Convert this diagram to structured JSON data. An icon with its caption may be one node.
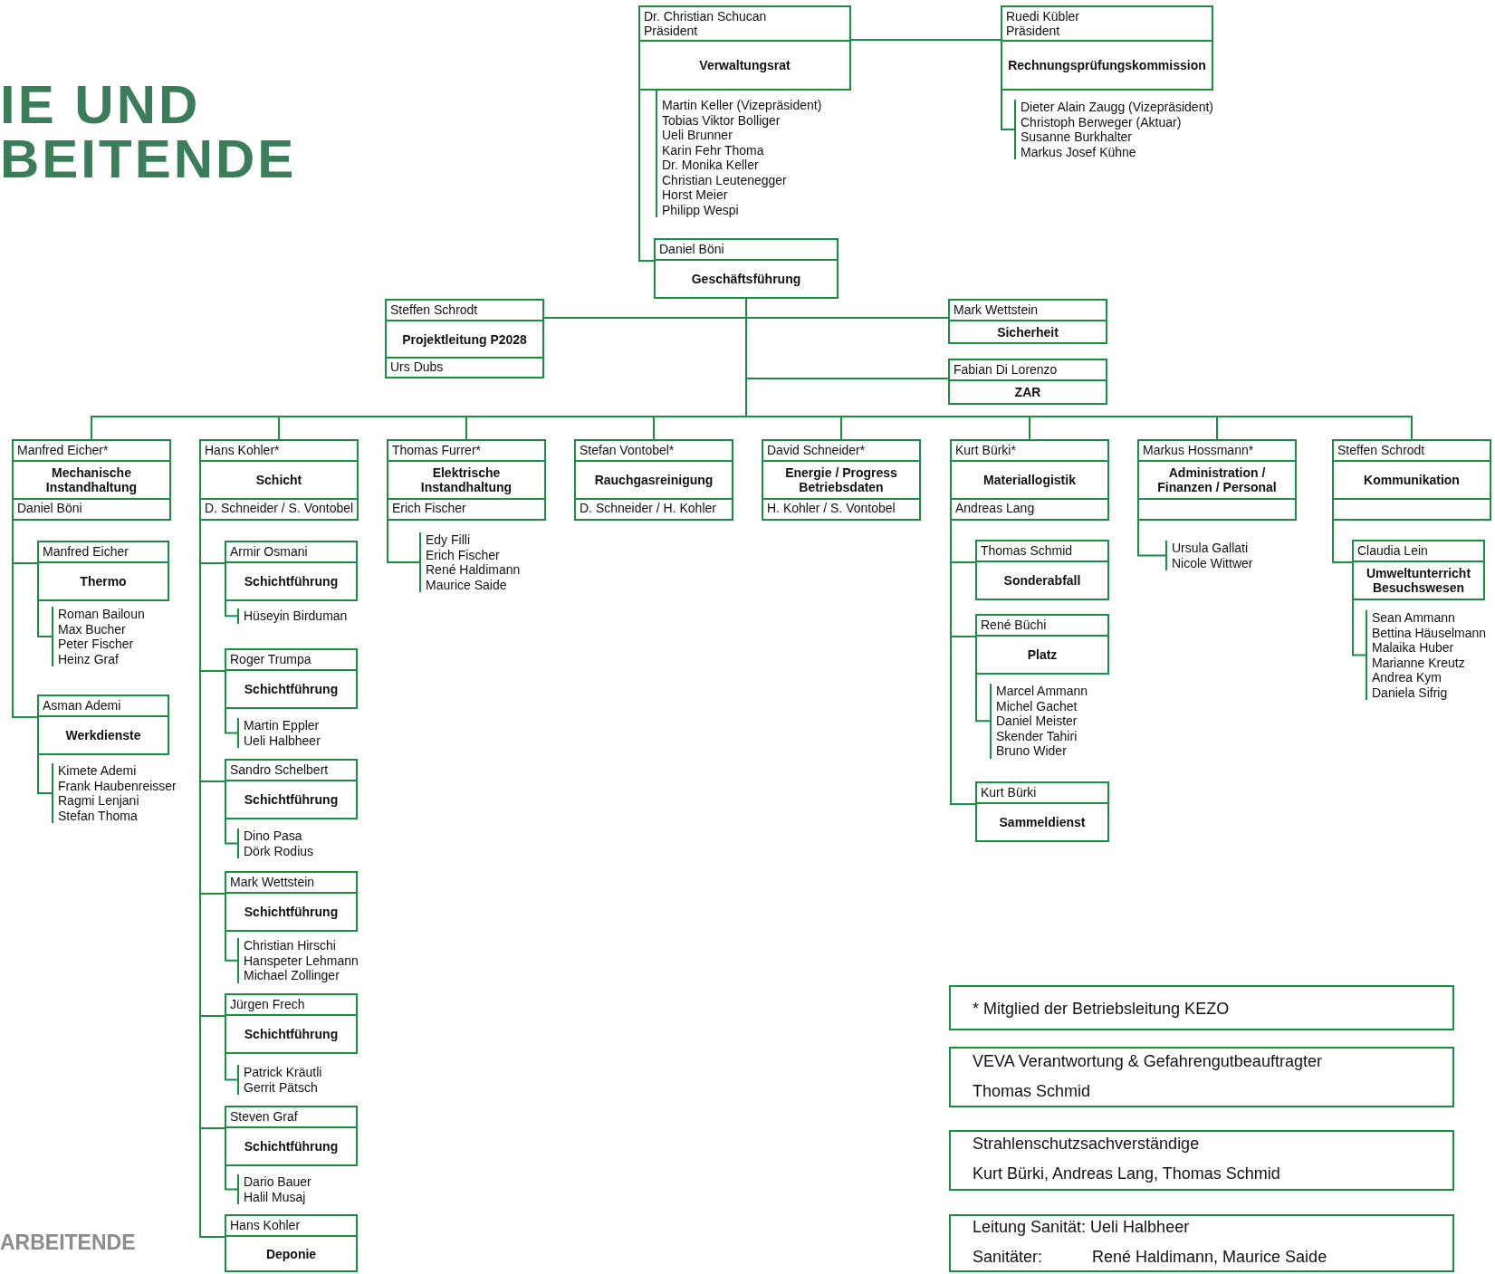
{
  "diagram": {
    "title": "IE UND BEITENDE",
    "nodes": [
      {
        "text": [
          "Dr. Christian Schucan Präsident",
          "Verwaltungsrat"
        ]
      },
      {
        "text": [
          "Ruedi Kübler Präsident",
          "Rechnungsprüfungskommission"
        ]
      },
      {
        "text": [
          "Martin Keller (Vizepräsident)",
          "Tobias Viktor Bolliger",
          "Ueli Brunner",
          "Karin Fehr Thoma",
          "Dr. Monika Keller",
          "Christian Leutenegger",
          "Horst Meier",
          "Philipp Wespi"
        ]
      },
      {
        "text": [
          "Dieter Alain Zaugg (Vizepräsident)",
          "Christoph Berweger (Aktuar)",
          "Susanne Burkhalter",
          "Markus Josef Kühne"
        ]
      },
      {
        "text": [
          "Daniel Böni",
          "Geschäftsführung"
        ]
      },
      {
        "text": [
          "Steffen Schrodt",
          "Projektleitung P2028",
          "Urs Dubs"
        ]
      },
      {
        "text": [
          "Mark Wettstein",
          "Sicherheit"
        ]
      },
      {
        "text": [
          "Fabian Di Lorenzo",
          "ZAR"
        ]
      },
      {
        "text": [
          "Manfred Eicher*",
          "Mechanische Instandhaltung",
          "Daniel Böni"
        ]
      },
      {
        "text": [
          "Hans Kohler*",
          "Schicht",
          "D. Schneider / S. Vontobel"
        ]
      },
      {
        "text": [
          "Thomas Furrer*",
          "Elektrische Instandhaltung",
          "Erich Fischer"
        ]
      },
      {
        "text": [
          "Stefan Vontobel*",
          "Rauchgasreinigung",
          "D. Schneider / H. Kohler"
        ]
      },
      {
        "text": [
          "David Schneider*",
          "Energie / Progress Betriebsdaten",
          "H. Kohler / S. Vontobel"
        ]
      },
      {
        "text": [
          "Kurt Bürki*",
          "Materiallogistik",
          "Andreas Lang"
        ]
      },
      {
        "text": [
          "Markus Hossmann*",
          "Administration / Finanzen / Personal"
        ]
      },
      {
        "text": [
          "Steffen Schrodt",
          "Kommunikation"
        ]
      },
      {
        "text": [
          "Manfred Eicher",
          "Thermo"
        ]
      },
      {
        "text": [
          "Roman Bailoun",
          "Max Bucher",
          "Peter Fischer",
          "Heinz Graf"
        ]
      },
      {
        "text": [
          "Asman Ademi",
          "Werkdienste"
        ]
      },
      {
        "text": [
          "Kimete Ademi",
          "Frank Haubenreisser",
          "Ragmi Lenjani",
          "Stefan Thoma"
        ]
      },
      {
        "text": [
          "Armir Osmani",
          "Schichtführung"
        ]
      },
      {
        "text": [
          "Hüseyin Birduman"
        ]
      },
      {
        "text": [
          "Roger Trumpa",
          "Schichtführung"
        ]
      },
      {
        "text": [
          "Martin Eppler",
          "Ueli Halbheer"
        ]
      },
      {
        "text": [
          "Sandro Schelbert",
          "Schichtführung"
        ]
      },
      {
        "text": [
          "Dino Pasa",
          "Dörk Rodius"
        ]
      },
      {
        "text": [
          "Mark Wettstein",
          "Schichtführung"
        ]
      },
      {
        "text": [
          "Christian Hirschi",
          "Hanspeter Lehmann",
          "Michael Zollinger"
        ]
      },
      {
        "text": [
          "Jürgen Frech",
          "Schichtführung"
        ]
      },
      {
        "text": [
          "Patrick Kräutli",
          "Gerrit Pätsch"
        ]
      },
      {
        "text": [
          "Steven Graf",
          "Schichtführung"
        ]
      },
      {
        "text": [
          "Dario Bauer",
          "Halil Musaj"
        ]
      },
      {
        "text": [
          "Hans Kohler",
          "Deponie"
        ]
      },
      {
        "text": [
          "Edy Filli",
          "Erich Fischer",
          "René Haldimann",
          "Maurice Saide"
        ]
      },
      {
        "text": [
          "Thomas Schmid",
          "Sonderabfall"
        ]
      },
      {
        "text": [
          "René Büchi",
          "Platz"
        ]
      },
      {
        "text": [
          "Marcel Ammann",
          "Michel Gachet",
          "Daniel Meister",
          "Skender Tahiri",
          "Bruno Wider"
        ]
      },
      {
        "text": [
          "Kurt Bürki",
          "Sammeldienst"
        ]
      },
      {
        "text": [
          "Ursula Gallati",
          "Nicole Wittwer"
        ]
      },
      {
        "text": [
          "Claudia Lein",
          "Umweltunterricht Besuchswesen"
        ]
      },
      {
        "text": [
          "Sean Ammann",
          "Bettina Häuselmann",
          "Malaika Huber",
          "Marianne Kreutz",
          "Andrea Kym",
          "Daniela Sifrig"
        ]
      },
      {
        "text": [
          "* Mitglied der Betriebsleitung KEZO"
        ]
      },
      {
        "text": [
          "VEVA Verantwortung & Gefahrengutbeauftragter",
          "Thomas Schmid"
        ]
      },
      {
        "text": [
          "Strahlenschutzsachverständige",
          "Kurt Bürki, Andreas Lang, Thomas Schmid"
        ]
      },
      {
        "text": [
          "Leitung Sanität: Ueli Halbheer",
          "Sanitäter:",
          "René Haldimann, Maurice Saide"
        ]
      }
    ],
    "edges": [
      {
        "from": 0,
        "to": 1,
        "arrow": "none"
      },
      {
        "from": 0,
        "to": 2,
        "arrow": "none"
      },
      {
        "from": 1,
        "to": 3,
        "arrow": "none"
      },
      {
        "from": 0,
        "to": 4,
        "arrow": "none"
      },
      {
        "from": 4,
        "to": 5,
        "arrow": "none"
      },
      {
        "from": 4,
        "to": 6,
        "arrow": "none"
      },
      {
        "from": 4,
        "to": 7,
        "arrow": "none"
      },
      {
        "from": 4,
        "to": 8,
        "arrow": "none"
      },
      {
        "from": 4,
        "to": 9,
        "arrow": "none"
      },
      {
        "from": 4,
        "to": 10,
        "arrow": "none"
      },
      {
        "from": 4,
        "to": 11,
        "arrow": "none"
      },
      {
        "from": 4,
        "to": 12,
        "arrow": "none"
      },
      {
        "from": 4,
        "to": 13,
        "arrow": "none"
      },
      {
        "from": 4,
        "to": 14,
        "arrow": "none"
      },
      {
        "from": 4,
        "to": 15,
        "arrow": "none"
      },
      {
        "from": 8,
        "to": 16,
        "arrow": "none"
      },
      {
        "from": 16,
        "to": 17,
        "arrow": "none"
      },
      {
        "from": 8,
        "to": 18,
        "arrow": "none"
      },
      {
        "from": 18,
        "to": 19,
        "arrow": "none"
      },
      {
        "from": 9,
        "to": 20,
        "arrow": "none"
      },
      {
        "from": 20,
        "to": 21,
        "arrow": "none"
      },
      {
        "from": 9,
        "to": 22,
        "arrow": "none"
      },
      {
        "from": 22,
        "to": 23,
        "arrow": "none"
      },
      {
        "from": 9,
        "to": 24,
        "arrow": "none"
      },
      {
        "from": 24,
        "to": 25,
        "arrow": "none"
      },
      {
        "from": 9,
        "to": 26,
        "arrow": "none"
      },
      {
        "from": 26,
        "to": 27,
        "arrow": "none"
      },
      {
        "from": 9,
        "to": 28,
        "arrow": "none"
      },
      {
        "from": 28,
        "to": 29,
        "arrow": "none"
      },
      {
        "from": 9,
        "to": 30,
        "arrow": "none"
      },
      {
        "from": 30,
        "to": 31,
        "arrow": "none"
      },
      {
        "from": 9,
        "to": 32,
        "arrow": "none"
      },
      {
        "from": 10,
        "to": 33,
        "arrow": "none"
      },
      {
        "from": 13,
        "to": 34,
        "arrow": "none"
      },
      {
        "from": 13,
        "to": 35,
        "arrow": "none"
      },
      {
        "from": 35,
        "to": 36,
        "arrow": "none"
      },
      {
        "from": 13,
        "to": 37,
        "arrow": "none"
      },
      {
        "from": 14,
        "to": 38,
        "arrow": "none"
      },
      {
        "from": 15,
        "to": 39,
        "arrow": "none"
      },
      {
        "from": 39,
        "to": 40,
        "arrow": "none"
      }
    ],
    "labels": [
      "ARBEITENDE"
    ]
  }
}
